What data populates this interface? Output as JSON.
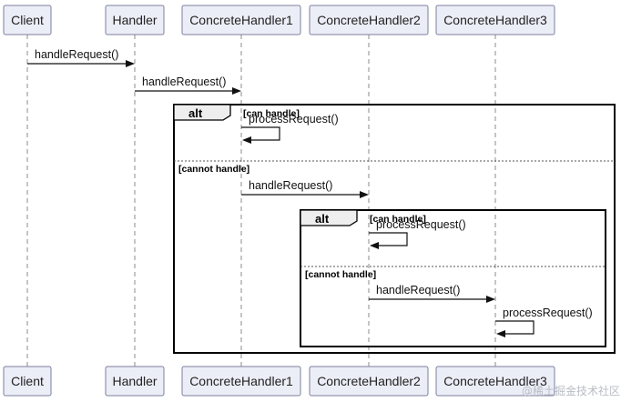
{
  "participants": [
    {
      "id": "client",
      "label": "Client"
    },
    {
      "id": "handler",
      "label": "Handler"
    },
    {
      "id": "ch1",
      "label": "ConcreteHandler1"
    },
    {
      "id": "ch2",
      "label": "ConcreteHandler2"
    },
    {
      "id": "ch3",
      "label": "ConcreteHandler3"
    }
  ],
  "messages": [
    {
      "from": "client",
      "to": "handler",
      "label": "handleRequest()"
    },
    {
      "from": "handler",
      "to": "ch1",
      "label": "handleRequest()"
    },
    {
      "from": "ch1",
      "to": "ch1",
      "label": "processRequest()"
    },
    {
      "from": "ch1",
      "to": "ch2",
      "label": "handleRequest()"
    },
    {
      "from": "ch2",
      "to": "ch2",
      "label": "processRequest()"
    },
    {
      "from": "ch2",
      "to": "ch3",
      "label": "handleRequest()"
    },
    {
      "from": "ch3",
      "to": "ch3",
      "label": "processRequest()"
    }
  ],
  "fragments": [
    {
      "keyword": "alt",
      "guard_top": "[can handle]",
      "guard_else": "[cannot handle]"
    },
    {
      "keyword": "alt",
      "guard_top": "[can handle]",
      "guard_else": "[cannot handle]"
    }
  ],
  "watermark": "@稀土掘金技术社区"
}
